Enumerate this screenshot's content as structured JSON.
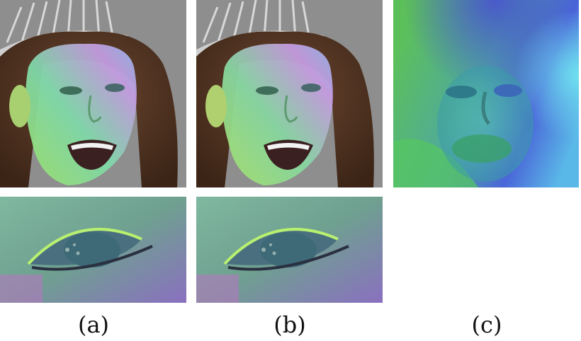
{
  "figure": {
    "captions": [
      "(a)",
      "(b)",
      "(c)"
    ],
    "colors": {
      "background_gray": "#8c8c8c",
      "hair": "#5a3a24",
      "overlay_green": "#7ed36a",
      "overlay_cyan": "#6fd8c8",
      "overlay_purple": "#b08ad8",
      "field_blue": "#4a5fd8",
      "field_green": "#58c46a",
      "field_cyan": "#5fd8e8"
    },
    "panels": [
      {
        "id": "a-face",
        "content": "face-with-normal-overlay"
      },
      {
        "id": "b-face",
        "content": "face-with-normal-overlay"
      },
      {
        "id": "c-field",
        "content": "normal-map-field"
      },
      {
        "id": "a-eye",
        "content": "eye-closeup"
      },
      {
        "id": "b-eye",
        "content": "eye-closeup"
      }
    ]
  }
}
